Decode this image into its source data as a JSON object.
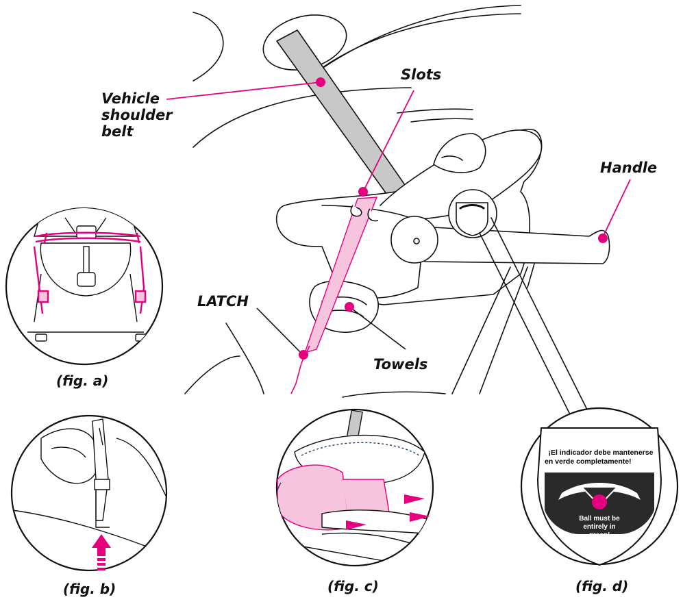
{
  "callouts": {
    "vehicle_belt_line1": "Vehicle",
    "vehicle_belt_line2": "shoulder",
    "vehicle_belt_line3": "belt",
    "slots": "Slots",
    "handle": "Handle",
    "latch": "LATCH",
    "towels": "Towels"
  },
  "figures": {
    "a": "(fig. a)",
    "b": "(fig. b)",
    "c": "(fig. c)",
    "d": "(fig. d)"
  },
  "decal": {
    "spanish_line1": "¡El indicador debe mantenerse",
    "spanish_line2": "en verde completamente!",
    "english_line1": "Ball must be",
    "english_line2": "entirely in",
    "english_line3": "green!"
  },
  "colors": {
    "accent": "#e6007e",
    "accent_light": "#f6c4dd",
    "belt_gray": "#c8c8c8",
    "ink": "#111111",
    "navy": "#1f3a5f"
  }
}
